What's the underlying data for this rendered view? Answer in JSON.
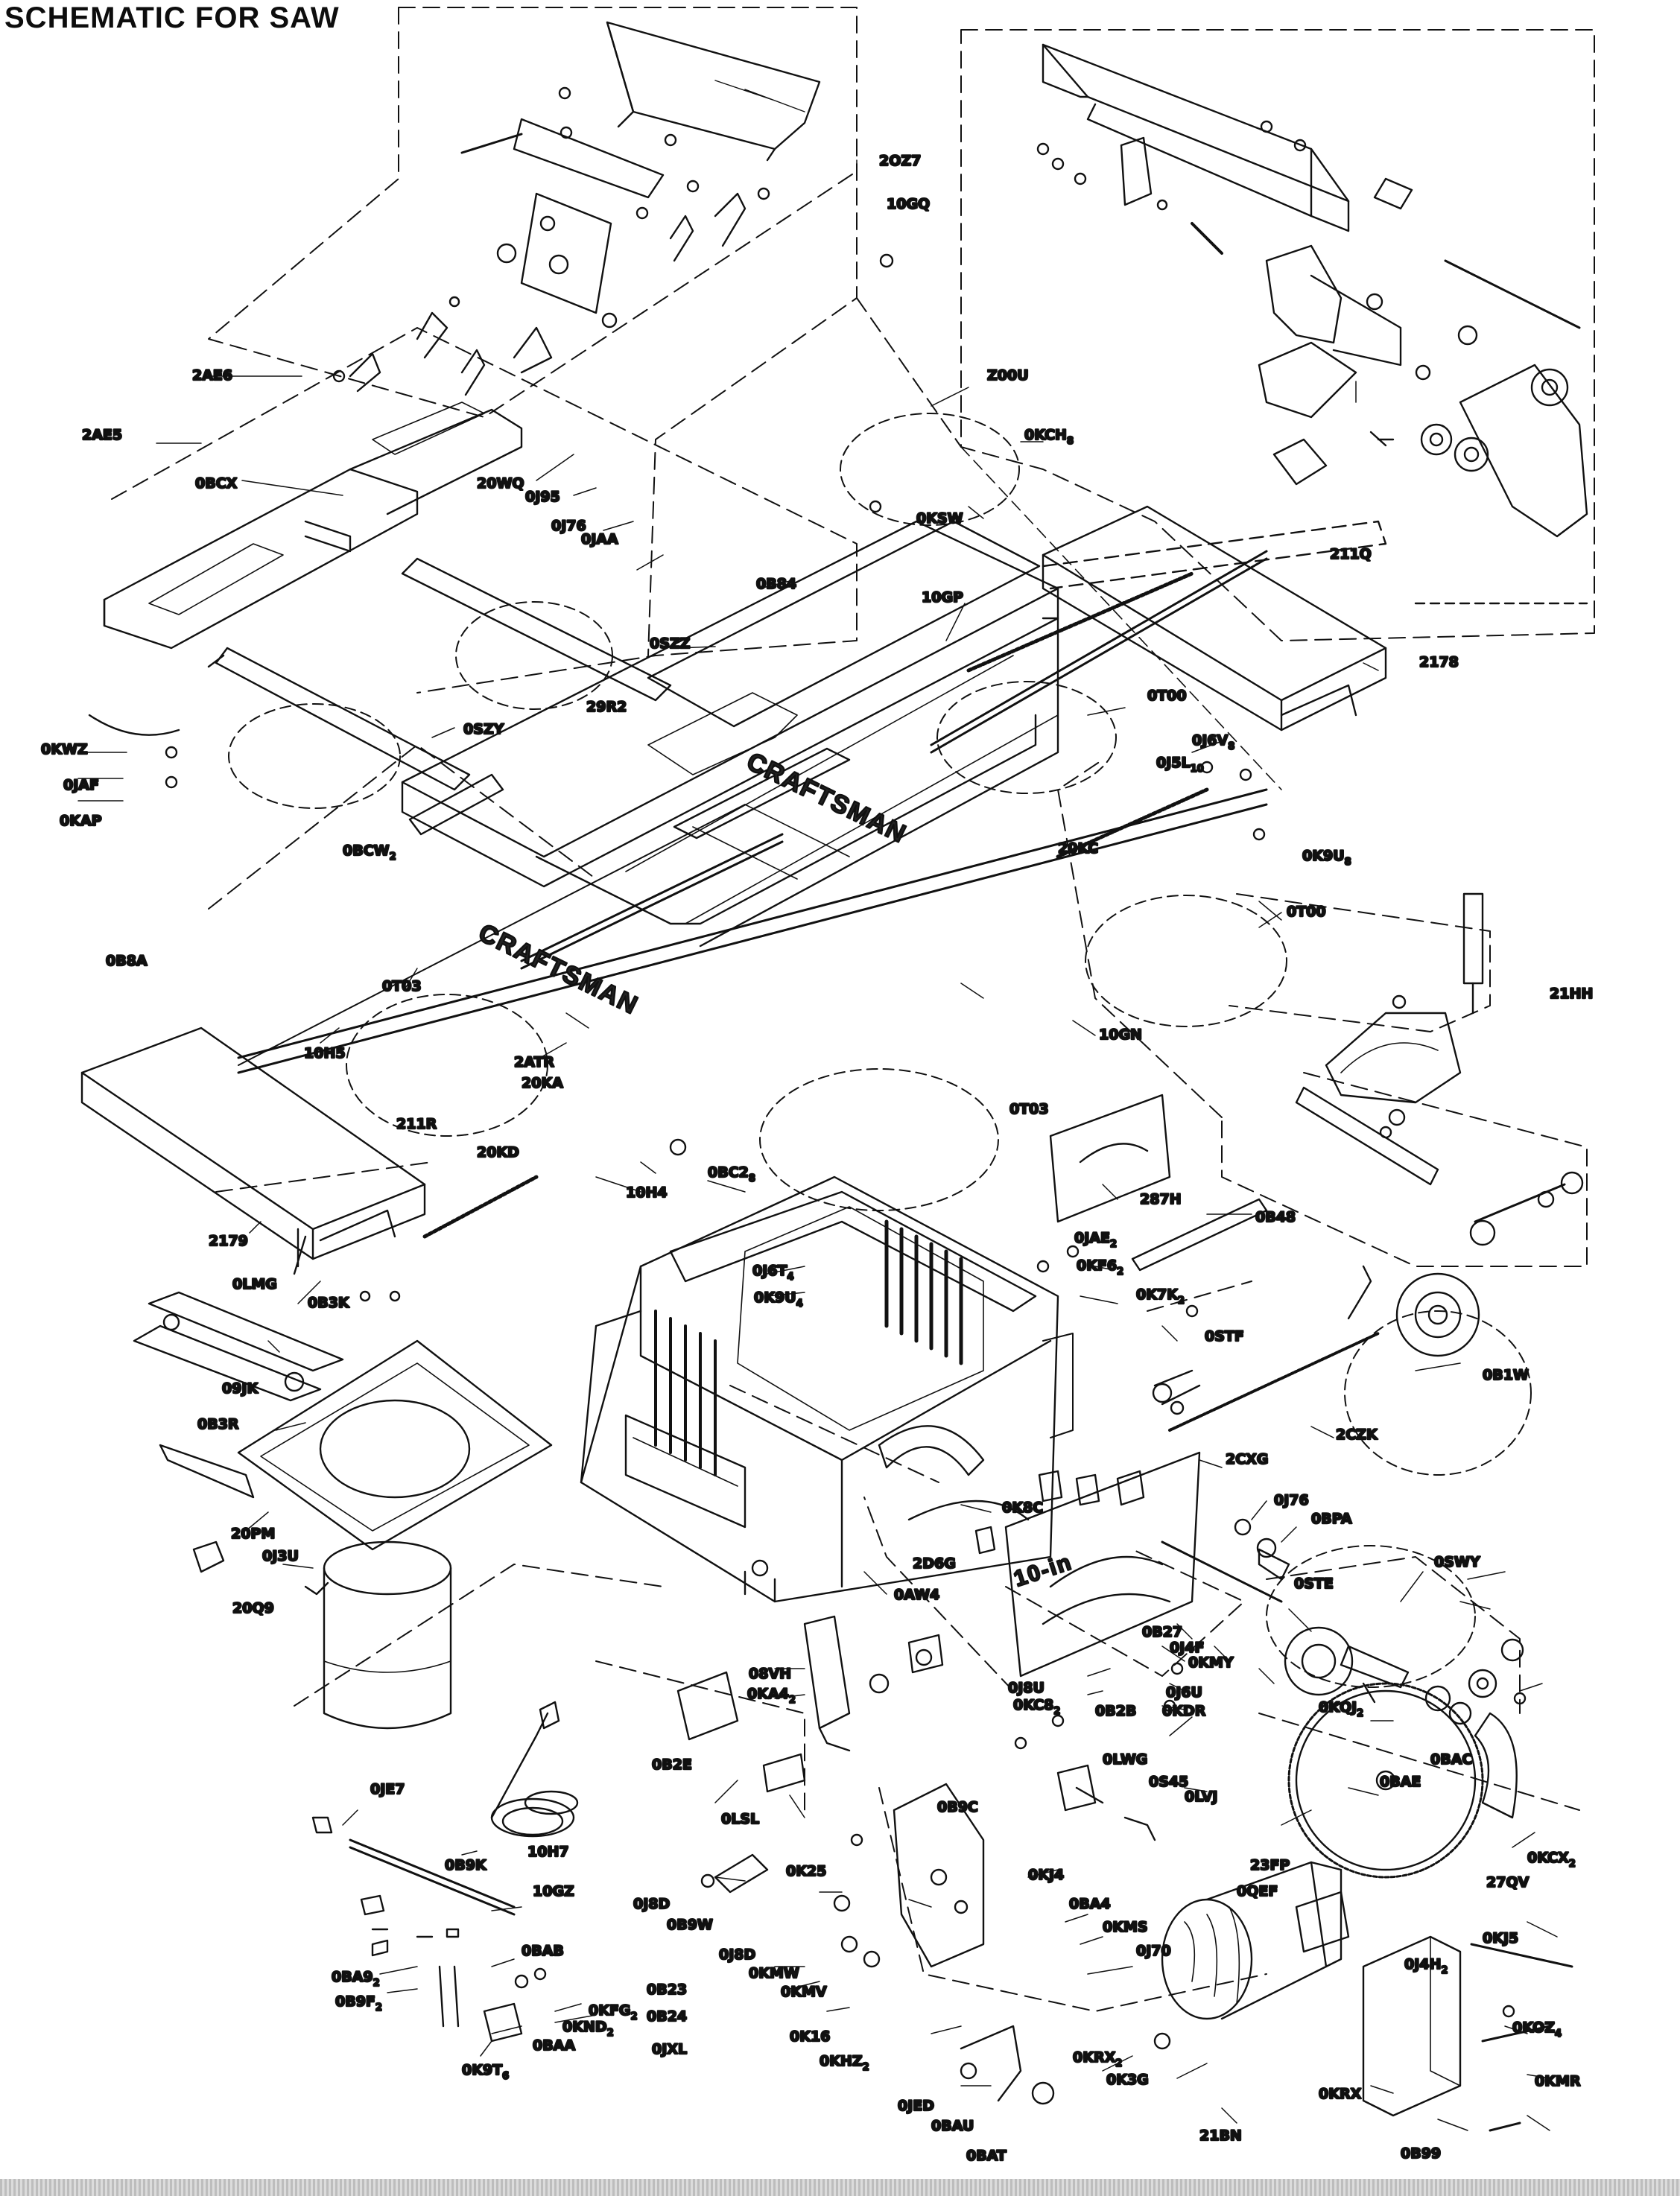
{
  "title": "SCHEMATIC FOR SAW",
  "brand": [
    "CRAFTSMAN",
    "CRAFTSMAN"
  ],
  "blade_marking": "10-in",
  "colors": {
    "ink": "#111111",
    "paper": "#ffffff"
  },
  "labels": {
    "p2AE6": "2AE6",
    "p2AE5": "2AE5",
    "p0BCX": "0BCX",
    "p20WQ": "20WQ",
    "p0J95": "0J95",
    "p0J76a": "0J76",
    "p0JAA": "0JAA",
    "p0B84": "0B84",
    "p0SZZ": "0SZZ",
    "p2OZ7": "2OZ7",
    "p10GQ": "10GQ",
    "pZ00U": "Z00U",
    "p0KCH": "0KCH",
    "p0KCH_sub": "8",
    "p0KSW": "0KSW",
    "p211Q": "211Q",
    "p2178": "2178",
    "p10GP": "10GP",
    "p0T00a": "0T00",
    "p0J6V": "0J6V",
    "p0J6V_sub": "8",
    "p0J5L": "0J5L",
    "p0J5L_sub": "10",
    "p0K9U": "0K9U",
    "p0K9U_sub": "8",
    "p20KC": "20KC",
    "p0T00b": "0T00",
    "p21HH": "21HH",
    "p0KWZ": "0KWZ",
    "p0JAF": "0JAF",
    "p0KAP": "0KAP",
    "p0SZY": "0SZY",
    "p29R2": "29R2",
    "p0BCW": "0BCW",
    "p0BCW_sub": "2",
    "p0B8A": "0B8A",
    "p0T03a": "0T03",
    "p10H5": "10H5",
    "p2ATR": "2ATR",
    "p20KA": "20KA",
    "p10GN": "10GN",
    "p211R": "211R",
    "p20KD": "20KD",
    "p10H4": "10H4",
    "p0BC2": "0BC2",
    "p0BC2_sub": "8",
    "p0T03b": "0T03",
    "p287H": "287H",
    "p0B48": "0B48",
    "p2179": "2179",
    "p0LMG": "0LMG",
    "p0B3K": "0B3K",
    "p0J6T": "0J6T",
    "p0J6T_sub": "4",
    "p0K9U2": "0K9U",
    "p0K9U2_sub": "4",
    "p0JAE": "0JAE",
    "p0JAE_sub": "2",
    "p0KF6": "0KF6",
    "p0KF6_sub": "2",
    "p0K7K": "0K7K",
    "p0K7K_sub": "2",
    "p0STF": "0STF",
    "p0B1W": "0B1W",
    "p09JK": "09JK",
    "p0B3R": "0B3R",
    "p2CZK": "2CZK",
    "p20PM": "20PM",
    "p2CXG": "2CXG",
    "p0J76b": "0J76",
    "p0BPA": "0BPA",
    "p0K8C": "0K8C",
    "p0J3U": "0J3U",
    "p20Q9": "20Q9",
    "p2D6G": "2D6G",
    "p0AW4": "0AW4",
    "p0STE": "0STE",
    "p0SWY": "0SWY",
    "p0B27": "0B27",
    "p0J4F": "0J4F",
    "p0KMY": "0KMY",
    "p08VH": "08VH",
    "p0KA4": "0KA4",
    "p0KA4_sub": "2",
    "p0J8U": "0J8U",
    "p0KC8": "0KC8",
    "p0KC8_sub": "2",
    "p0B2B": "0B2B",
    "p0J6U": "0J6U",
    "p0KDR": "0KDR",
    "p0KQJ": "0KQJ",
    "p0KQJ_sub": "2",
    "p0B2E": "0B2E",
    "p0LSL": "0LSL",
    "p0LWG": "0LWG",
    "p0S45": "0S45",
    "p0LVJ": "0LVJ",
    "p0BAC": "0BAC",
    "p0BAE": "0BAE",
    "p0KCX": "0KCX",
    "p0KCX_sub": "2",
    "p0JE7": "0JE7",
    "p10H7": "10H7",
    "p0B9K": "0B9K",
    "p10GZ": "10GZ",
    "p0BAB": "0BAB",
    "p0BA9": "0BA9",
    "p0BA9_sub": "2",
    "p0B9F": "0B9F",
    "p0B9F_sub": "2",
    "p0KFG": "0KFG",
    "p0KFG_sub": "2",
    "p0KND": "0KND",
    "p0KND_sub": "2",
    "p0BAA": "0BAA",
    "p0K9T": "0K9T",
    "p0K9T_sub": "6",
    "p0B9C": "0B9C",
    "p0K25": "0K25",
    "p0KJ4": "0KJ4",
    "p0BA4": "0BA4",
    "p0KMS": "0KMS",
    "p0J70": "0J70",
    "p0J8Da": "0J8D",
    "p0B9W": "0B9W",
    "p0J8Db": "0J8D",
    "p0KMW": "0KMW",
    "p0KMV": "0KMV",
    "p0B23": "0B23",
    "p0B24": "0B24",
    "p0JXL": "0JXL",
    "p0K16": "0K16",
    "p0KHZ": "0KHZ",
    "p0KHZ_sub": "2",
    "p0JED": "0JED",
    "p0BAU": "0BAU",
    "p0BAT": "0BAT",
    "p0KRX2": "0KRX",
    "p0KRX2_sub": "2",
    "p0K3G": "0K3G",
    "p21BN": "21BN",
    "p23FP": "23FP",
    "p0QEF": "0QEF",
    "p27QV": "27QV",
    "p0J4H": "0J4H",
    "p0J4H_sub": "2",
    "p0KJ5": "0KJ5",
    "p0KOZ": "0KOZ",
    "p0KOZ_sub": "4",
    "p0KRX": "0KRX",
    "p0KMR": "0KMR",
    "p0B99": "0B99"
  }
}
